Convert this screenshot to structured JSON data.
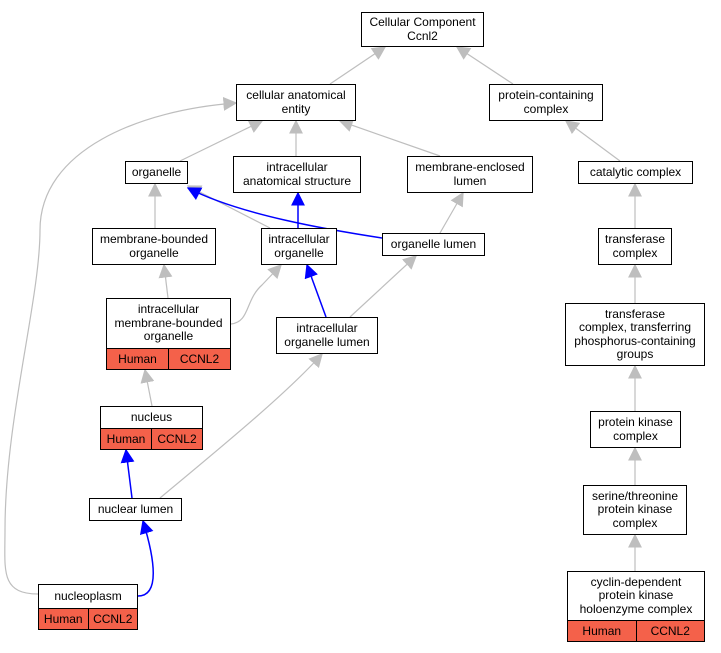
{
  "nodes": {
    "cellular_component": {
      "label": "Cellular Component\nCcnl2"
    },
    "cellular_anatomical_entity": {
      "label": "cellular anatomical\nentity"
    },
    "protein_containing_complex": {
      "label": "protein-containing\ncomplex"
    },
    "organelle": {
      "label": "organelle"
    },
    "intracellular_anatomical_structure": {
      "label": "intracellular\nanatomical structure"
    },
    "membrane_enclosed_lumen": {
      "label": "membrane-enclosed\nlumen"
    },
    "catalytic_complex": {
      "label": "catalytic complex"
    },
    "membrane_bounded_organelle": {
      "label": "membrane-bounded\norganelle"
    },
    "intracellular_organelle": {
      "label": "intracellular\norganelle"
    },
    "organelle_lumen": {
      "label": "organelle lumen"
    },
    "transferase_complex": {
      "label": "transferase\ncomplex"
    },
    "intracellular_membrane_bounded_organelle": {
      "label": "intracellular\nmembrane-bounded\norganelle",
      "annotation": [
        "Human",
        "CCNL2"
      ]
    },
    "intracellular_organelle_lumen": {
      "label": "intracellular\norganelle lumen"
    },
    "transferase_complex_phosphorus": {
      "label": "transferase\ncomplex, transferring\nphosphorus-containing\ngroups"
    },
    "nucleus": {
      "label": "nucleus",
      "annotation": [
        "Human",
        "CCNL2"
      ]
    },
    "protein_kinase_complex": {
      "label": "protein kinase\ncomplex"
    },
    "nuclear_lumen": {
      "label": "nuclear lumen"
    },
    "serine_threonine_protein_kinase_complex": {
      "label": "serine/threonine\nprotein kinase\ncomplex"
    },
    "nucleoplasm": {
      "label": "nucleoplasm",
      "annotation": [
        "Human",
        "CCNL2"
      ]
    },
    "cyclin_dependent_protein_kinase_holoenzyme_complex": {
      "label": "cyclin-dependent\nprotein kinase\nholoenzyme complex",
      "annotation": [
        "Human",
        "CCNL2"
      ]
    }
  },
  "edges": [
    {
      "from": "cellular_anatomical_entity",
      "to": "cellular_component",
      "kind": "is_a"
    },
    {
      "from": "protein_containing_complex",
      "to": "cellular_component",
      "kind": "is_a"
    },
    {
      "from": "organelle",
      "to": "cellular_anatomical_entity",
      "kind": "is_a"
    },
    {
      "from": "intracellular_anatomical_structure",
      "to": "cellular_anatomical_entity",
      "kind": "is_a"
    },
    {
      "from": "membrane_enclosed_lumen",
      "to": "cellular_anatomical_entity",
      "kind": "is_a"
    },
    {
      "from": "nucleoplasm",
      "to": "cellular_anatomical_entity",
      "kind": "is_a"
    },
    {
      "from": "catalytic_complex",
      "to": "protein_containing_complex",
      "kind": "is_a"
    },
    {
      "from": "membrane_bounded_organelle",
      "to": "organelle",
      "kind": "is_a"
    },
    {
      "from": "intracellular_organelle",
      "to": "organelle",
      "kind": "is_a"
    },
    {
      "from": "organelle_lumen",
      "to": "organelle",
      "kind": "part_of"
    },
    {
      "from": "intracellular_organelle",
      "to": "intracellular_anatomical_structure",
      "kind": "part_of"
    },
    {
      "from": "organelle_lumen",
      "to": "membrane_enclosed_lumen",
      "kind": "is_a"
    },
    {
      "from": "transferase_complex",
      "to": "catalytic_complex",
      "kind": "is_a"
    },
    {
      "from": "intracellular_membrane_bounded_organelle",
      "to": "membrane_bounded_organelle",
      "kind": "is_a"
    },
    {
      "from": "intracellular_membrane_bounded_organelle",
      "to": "intracellular_organelle",
      "kind": "is_a"
    },
    {
      "from": "intracellular_organelle_lumen",
      "to": "intracellular_organelle",
      "kind": "part_of"
    },
    {
      "from": "intracellular_organelle_lumen",
      "to": "organelle_lumen",
      "kind": "is_a"
    },
    {
      "from": "transferase_complex_phosphorus",
      "to": "transferase_complex",
      "kind": "is_a"
    },
    {
      "from": "nucleus",
      "to": "intracellular_membrane_bounded_organelle",
      "kind": "is_a"
    },
    {
      "from": "protein_kinase_complex",
      "to": "transferase_complex_phosphorus",
      "kind": "is_a"
    },
    {
      "from": "nuclear_lumen",
      "to": "nucleus",
      "kind": "part_of"
    },
    {
      "from": "nuclear_lumen",
      "to": "intracellular_organelle_lumen",
      "kind": "is_a"
    },
    {
      "from": "serine_threonine_protein_kinase_complex",
      "to": "protein_kinase_complex",
      "kind": "is_a"
    },
    {
      "from": "nucleoplasm",
      "to": "nuclear_lumen",
      "kind": "part_of"
    },
    {
      "from": "cyclin_dependent_protein_kinase_holoenzyme_complex",
      "to": "serine_threonine_protein_kinase_complex",
      "kind": "is_a"
    }
  ],
  "colors": {
    "is_a": "#bebebe",
    "part_of": "#0000ff",
    "annotation_fill": "#f4614a"
  }
}
